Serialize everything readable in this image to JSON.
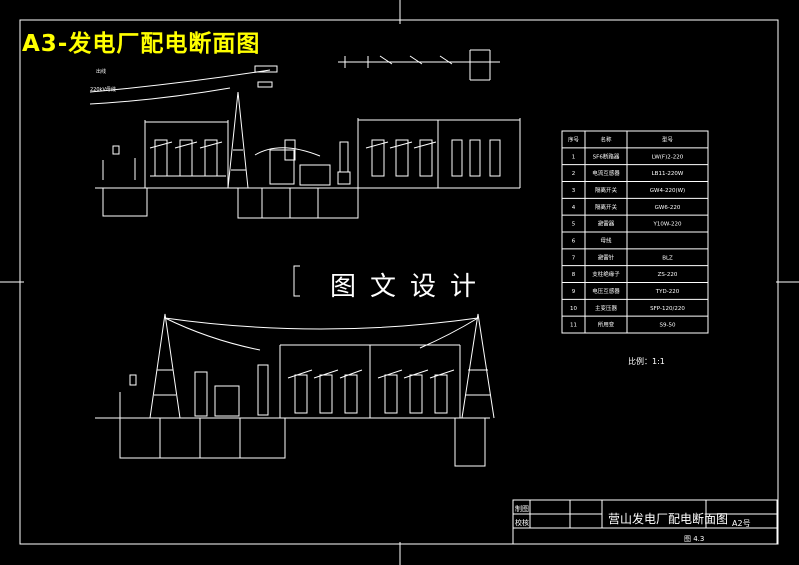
{
  "title_banner": "A3-发电厂配电断面图",
  "watermark": "图文设计",
  "title_block": {
    "drawing_name": "营山发电厂配电断面图",
    "row1": "制图",
    "row2": "校核",
    "sheet": "A2号",
    "figure": "图 4.3"
  },
  "scale_note": "比例：1:1",
  "equipment_table": {
    "headers": [
      "序号",
      "名称",
      "型号"
    ],
    "rows": [
      [
        "1",
        "SF6断路器",
        "LW(F)2-220"
      ],
      [
        "2",
        "电流互感器",
        "LB11-220W"
      ],
      [
        "3",
        "隔离开关",
        "GW4-220(W)"
      ],
      [
        "4",
        "隔离开关",
        "GW6-220"
      ],
      [
        "5",
        "避雷器",
        "Y10W-220"
      ],
      [
        "6",
        "母线",
        ""
      ],
      [
        "7",
        "避雷针",
        "BLZ"
      ],
      [
        "8",
        "支柱绝缘子",
        "ZS-220"
      ],
      [
        "9",
        "电压互感器",
        "TYD-220"
      ],
      [
        "10",
        "主变压器",
        "SFP-120/220"
      ],
      [
        "11",
        "所用变",
        "S9-50"
      ]
    ]
  },
  "diagram_labels": {
    "top_left_1": "出线",
    "top_left_2": "220kV母线"
  }
}
